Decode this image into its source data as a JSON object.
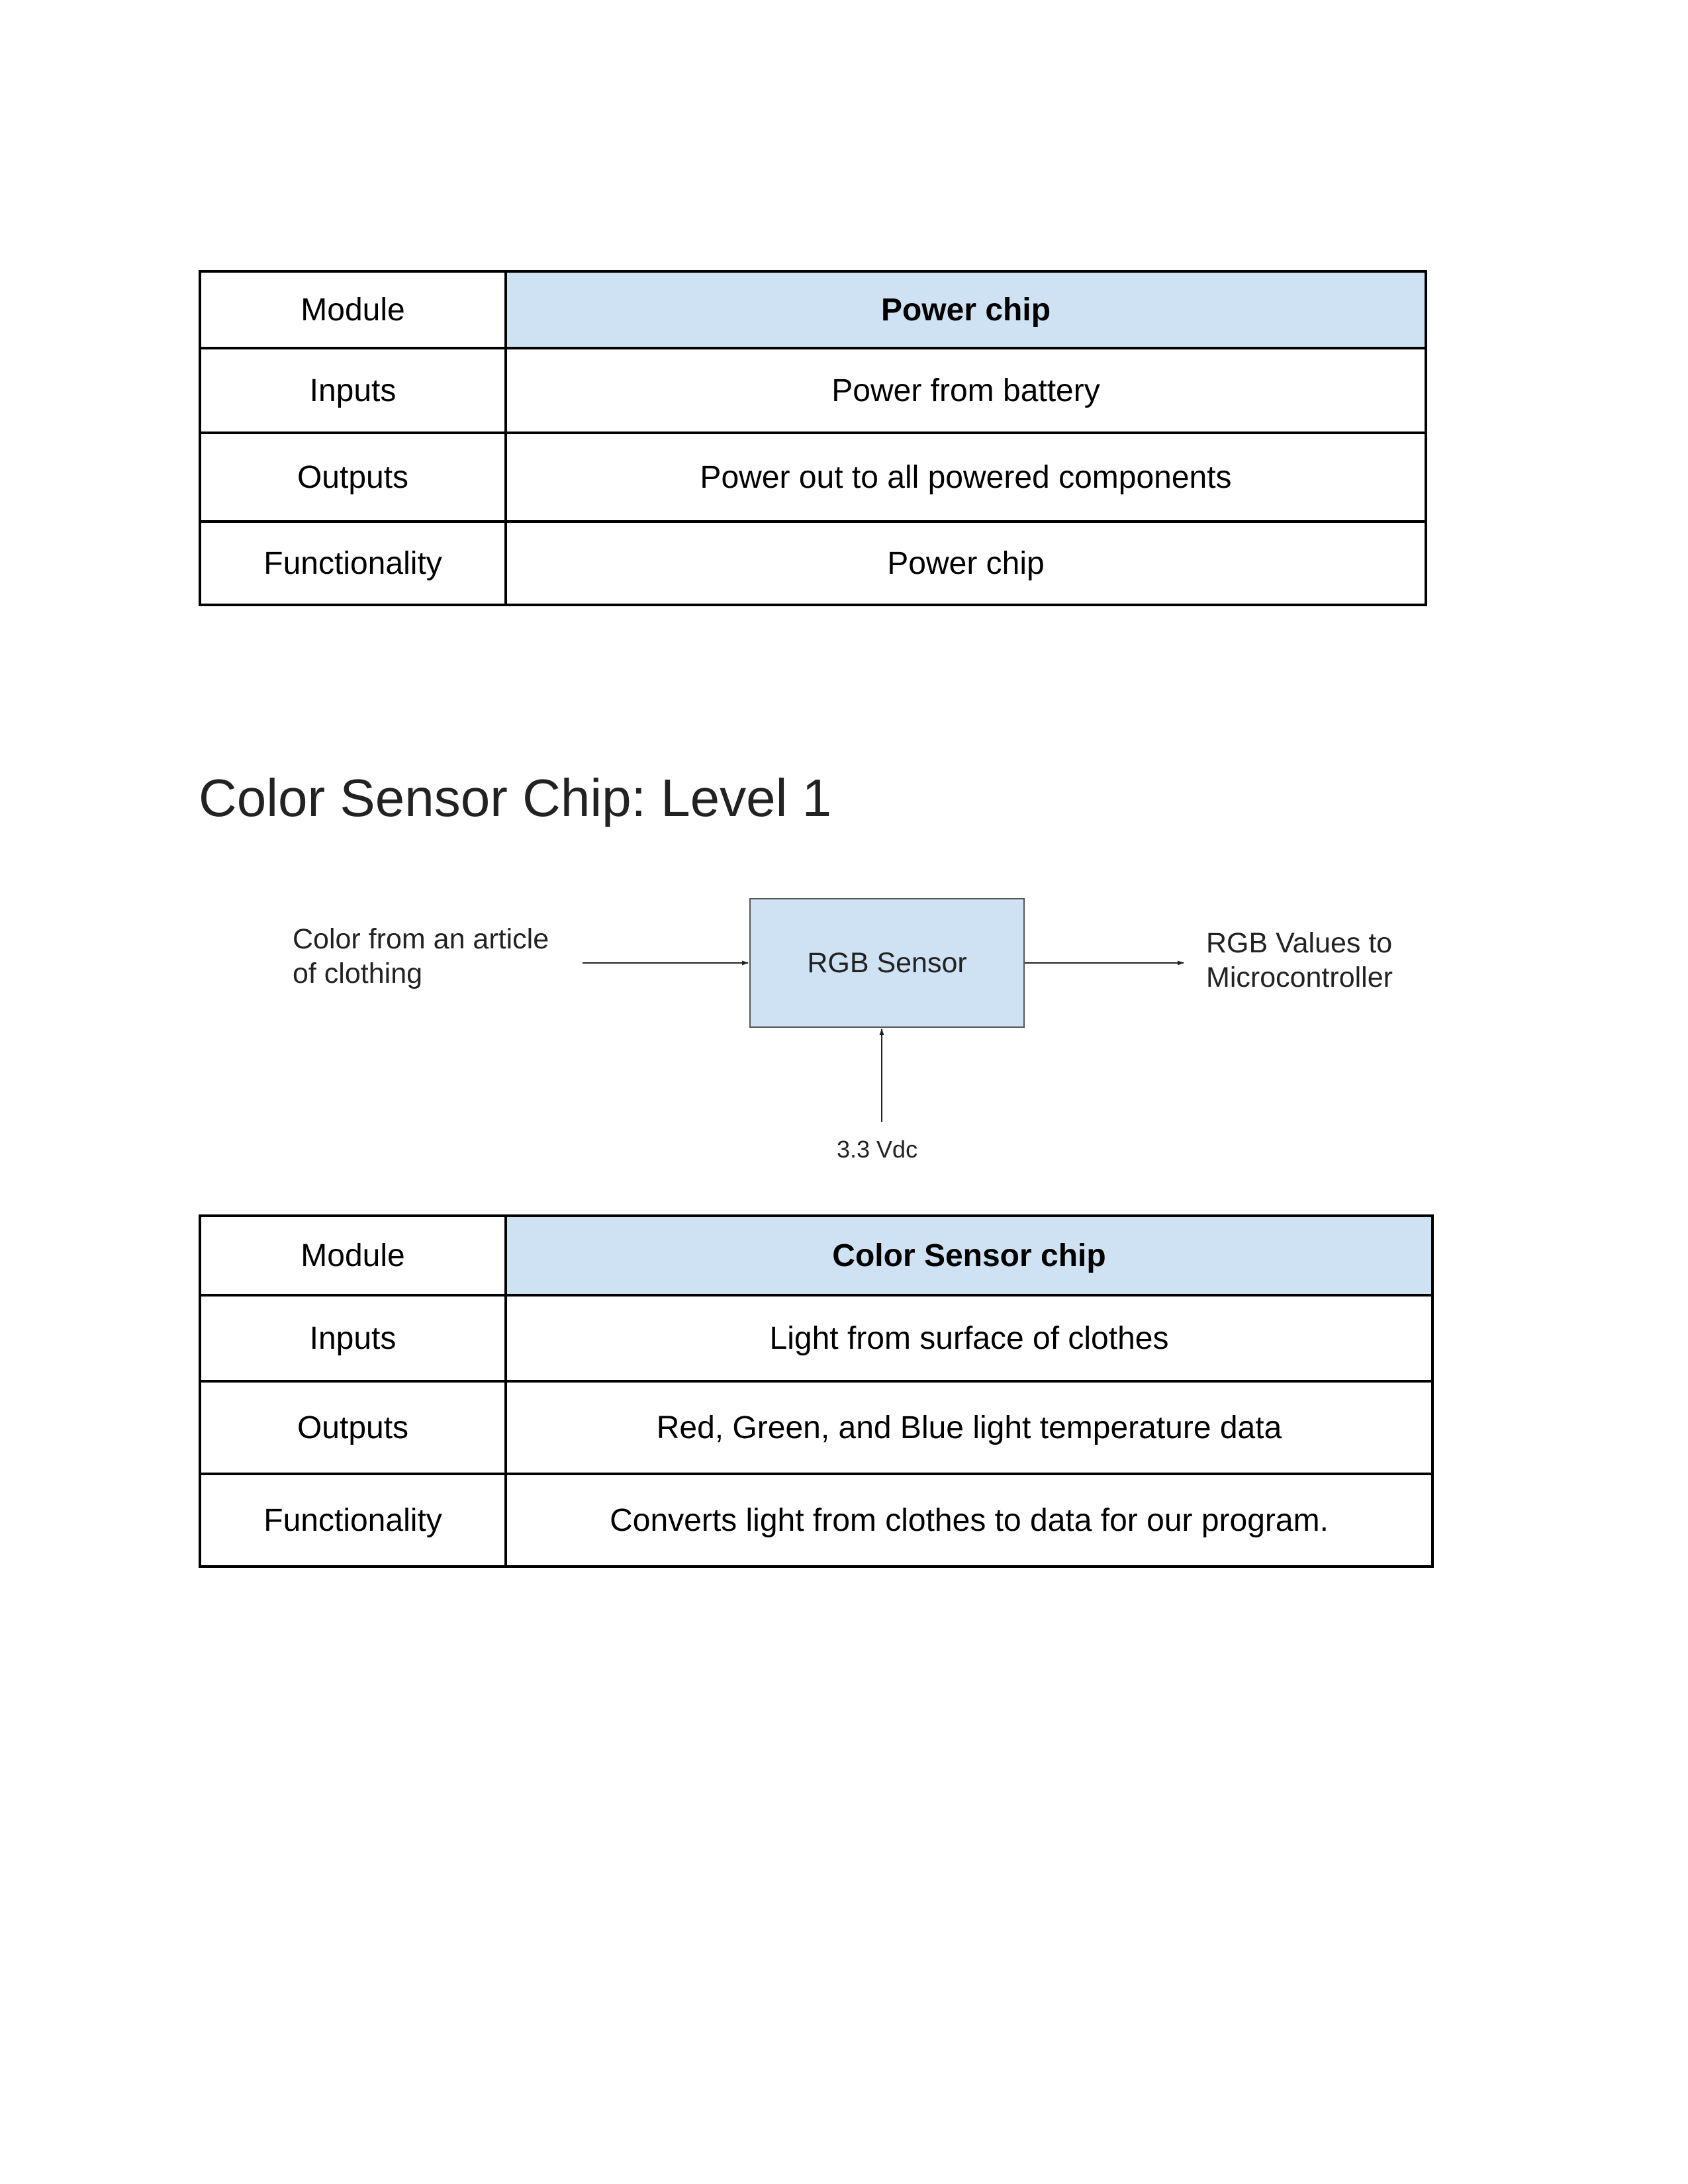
{
  "power_table": {
    "rows": [
      {
        "label": "Module",
        "value": "Power chip"
      },
      {
        "label": "Inputs",
        "value": "Power from battery"
      },
      {
        "label": "Outputs",
        "value": "Power out to all powered components"
      },
      {
        "label": "Functionality",
        "value": "Power chip"
      }
    ]
  },
  "section": {
    "heading": "Color Sensor Chip: Level 1"
  },
  "diagram": {
    "input_line1": "Color from an article",
    "input_line2": "of clothing",
    "block_label": "RGB Sensor",
    "output_line1": "RGB Values to",
    "output_line2": "Microcontroller",
    "power_label": "3.3 Vdc"
  },
  "color_table": {
    "rows": [
      {
        "label": "Module",
        "value": "Color Sensor chip"
      },
      {
        "label": "Inputs",
        "value": "Light from surface of clothes"
      },
      {
        "label": "Outputs",
        "value": "Red, Green, and Blue light temperature data"
      },
      {
        "label": "Functionality",
        "value": "Converts light from clothes to data for our program."
      }
    ]
  },
  "colors": {
    "header_fill": "#cfe2f3",
    "border": "#000000",
    "heading_text": "#222222"
  }
}
